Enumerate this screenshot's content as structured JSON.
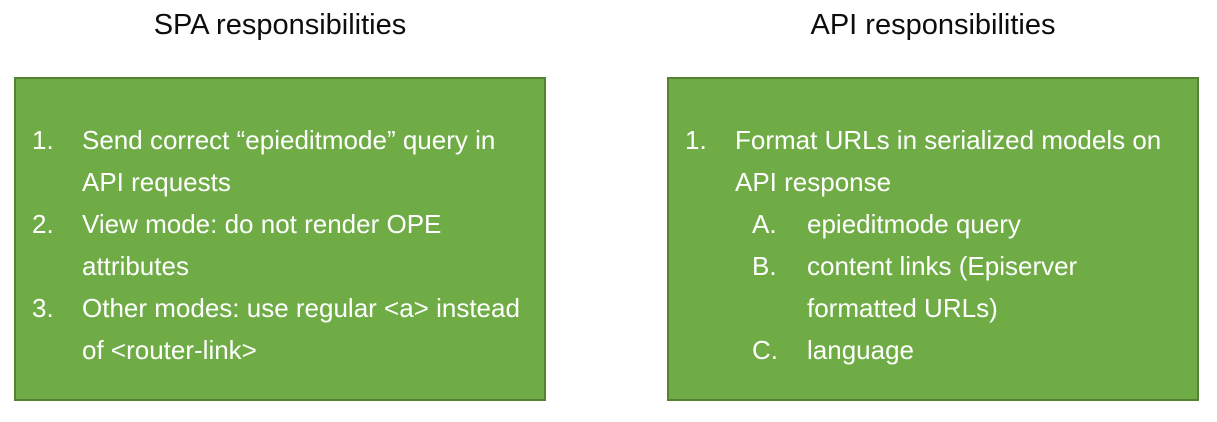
{
  "palette": {
    "panel_fill": "#6FAC46",
    "panel_border": "#548235",
    "panel_text": "#FFFFFF",
    "title_text": "#0D0D0D",
    "background": "#FFFFFF"
  },
  "columns": [
    {
      "id": "spa",
      "title": "SPA responsibilities",
      "items": [
        {
          "marker": "1.",
          "text": "Send correct “epieditmode” query in API requests",
          "subitems": []
        },
        {
          "marker": "2.",
          "text": "View mode: do not render OPE attributes",
          "subitems": []
        },
        {
          "marker": "3.",
          "text": "Other modes: use regular <a> instead of <router-link>",
          "subitems": []
        }
      ]
    },
    {
      "id": "api",
      "title": "API responsibilities",
      "items": [
        {
          "marker": "1.",
          "text": "Format URLs in serialized models on API response",
          "subitems": [
            {
              "marker": "A.",
              "text": "epieditmode query"
            },
            {
              "marker": "B.",
              "text": "content links (Episerver formatted URLs)"
            },
            {
              "marker": "C.",
              "text": "language"
            }
          ]
        }
      ]
    }
  ]
}
